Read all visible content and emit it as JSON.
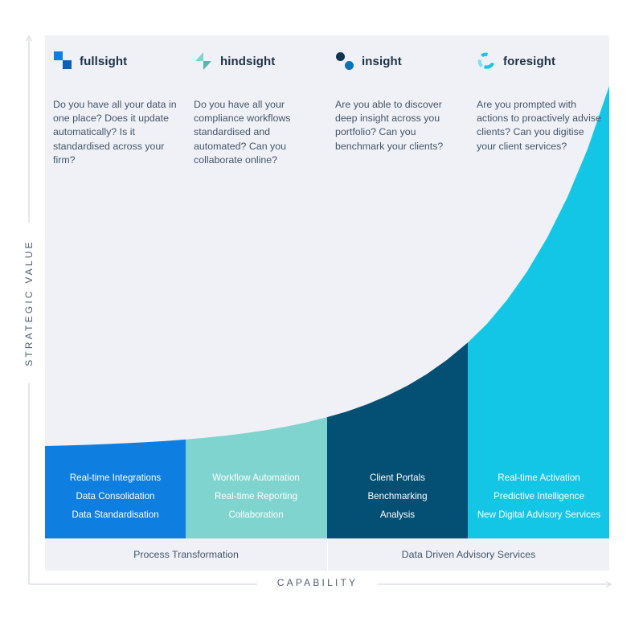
{
  "stages": [
    {
      "name": "fullsight",
      "icon": "fullsight-icon",
      "question": "Do you have all your data in one place? Does it update automatically? Is it standardised across your firm?",
      "features": [
        "Real-time Integrations",
        "Data Consolidation",
        "Data Standardisation"
      ],
      "color": "#0e7fe0"
    },
    {
      "name": "hindsight",
      "icon": "hindsight-icon",
      "question": "Do you have all your compliance workflows standardised and automated? Can you collaborate online?",
      "features": [
        "Workflow Automation",
        "Real-time Reporting",
        "Collaboration"
      ],
      "color": "#7fd4cf"
    },
    {
      "name": "insight",
      "icon": "insight-icon",
      "question": "Are you able to discover deep insight across you portfolio? Can you benchmark your clients?",
      "features": [
        "Client Portals",
        "Benchmarking",
        "Analysis"
      ],
      "color": "#044f74"
    },
    {
      "name": "foresight",
      "icon": "foresight-icon",
      "question": "Are you prompted with actions to proactively advise clients? Can you digitise your client services?",
      "features": [
        "Real-time Activation",
        "Predictive Intelligence",
        "New Digital Advisory Services"
      ],
      "color": "#14c6e6"
    }
  ],
  "groups": [
    "Process Transformation",
    "Data Driven Advisory Services"
  ],
  "axes": {
    "x_title": "CAPABILITY",
    "y_title": "STRATEGIC VALUE"
  },
  "colors": {
    "panel": "#eff1f6",
    "heading": "#1f3147",
    "text": "#44566b"
  }
}
